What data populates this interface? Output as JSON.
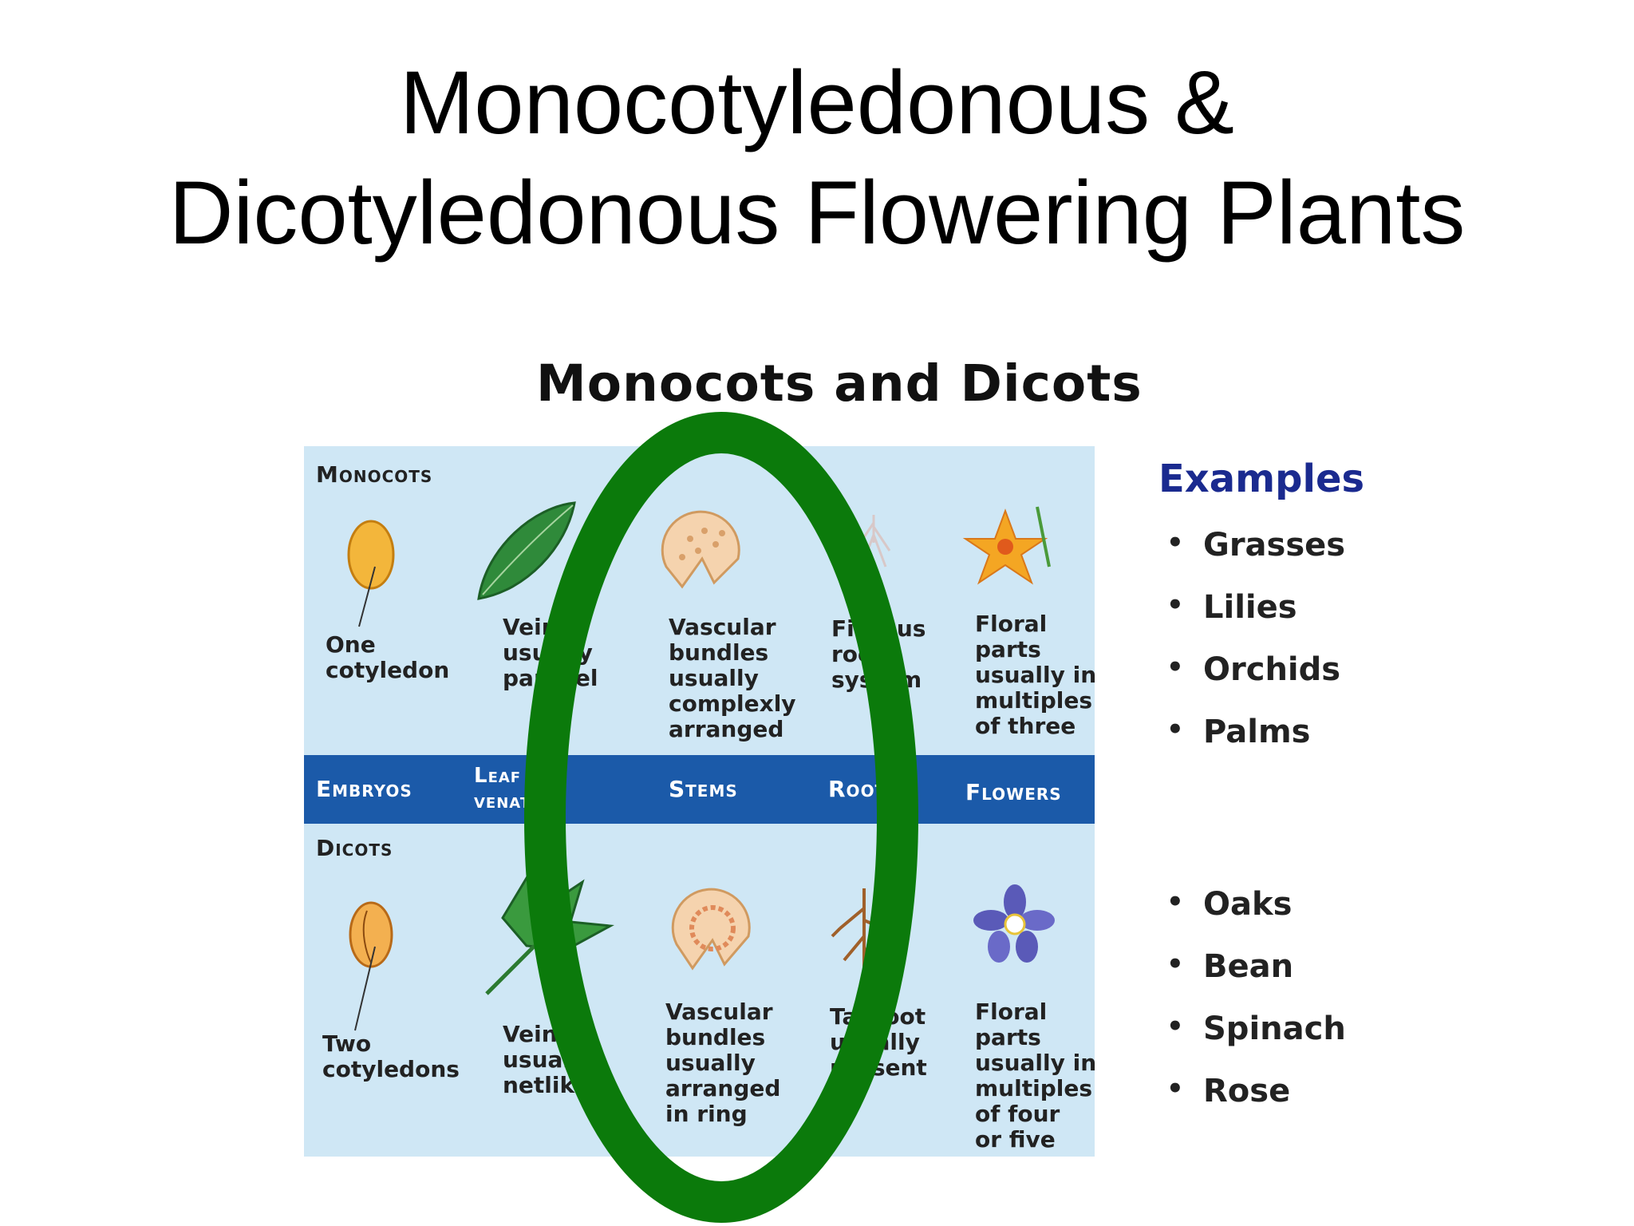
{
  "slide": {
    "title_line1": "Monocotyledonous &",
    "title_line2": "Dicotyledonous Flowering Plants"
  },
  "figure": {
    "title": "Monocots and Dicots",
    "monocots_label": "Monocots",
    "dicots_label": "Dicots",
    "band": {
      "embryos": "Embryos",
      "leaf_venation": "Leaf venation",
      "stems": "Stems",
      "roots": "Roots",
      "flowers": "Flowers"
    },
    "monocot_captions": {
      "embryo": "One\ncotyledon",
      "leaf": "Veins\nusually\nparallel",
      "stem": "Vascular\nbundles\nusually\ncomplexly\narranged",
      "root": "Fibrous\nroot\nsystem",
      "flower": "Floral\nparts\nusually in\nmultiples\nof three"
    },
    "dicot_captions": {
      "embryo": "Two\ncotyledons",
      "leaf": "Veins\nusually\nnetlike",
      "stem": "Vascular\nbundles\nusually\narranged\nin ring",
      "root": "Taproot\nusually\npresent",
      "flower": "Floral\nparts\nusually in\nmultiples\nof four\nor five"
    }
  },
  "examples": {
    "heading": "Examples",
    "monocots": [
      "Grasses",
      "Lilies",
      "Orchids",
      "Palms"
    ],
    "dicots": [
      "Oaks",
      "Bean",
      "Spinach",
      "Rose"
    ]
  },
  "colors": {
    "panel": "#cfe7f5",
    "band": "#1b5aa9",
    "ring": "#0b7a0b",
    "examples_heading": "#1a2a8f"
  }
}
